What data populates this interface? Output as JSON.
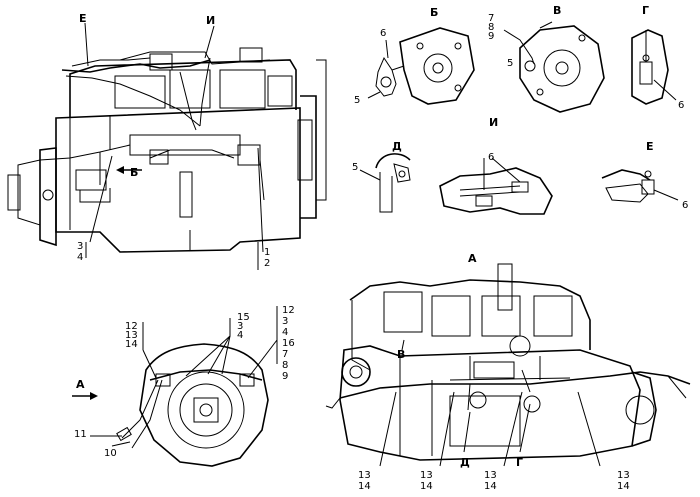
{
  "views": {
    "top_left": {
      "callouts": {
        "ve": "Е",
        "vi": "И",
        "vb": "Б",
        "n3": "3",
        "n4": "4",
        "n1": "1",
        "n2": "2"
      }
    },
    "detail_b": {
      "caption": "Б",
      "callouts": {
        "n6": "6",
        "n5": "5"
      }
    },
    "detail_v": {
      "caption": "В",
      "callouts": {
        "n7": "7",
        "n8": "8",
        "n9": "9",
        "n5": "5"
      }
    },
    "detail_g": {
      "caption": "Г",
      "callouts": {
        "n6": "6"
      }
    },
    "detail_d": {
      "caption": "Д",
      "callouts": {
        "n5": "5"
      }
    },
    "detail_i": {
      "caption": "И",
      "callouts": {
        "n6": "6"
      }
    },
    "detail_e": {
      "caption": "Е",
      "callouts": {
        "n6": "6"
      }
    },
    "front_view": {
      "arrow_label": "А",
      "callouts": {
        "a12": "12",
        "a13": "13",
        "a14": "14",
        "b15": "15",
        "b3": "3",
        "b4": "4",
        "c12": "12",
        "c3": "3",
        "c4": "4",
        "c16": "16",
        "c7": "7",
        "c8": "8",
        "c9": "9",
        "n11": "11",
        "n10": "10"
      }
    },
    "view_a": {
      "caption": "А",
      "callouts": {
        "p13": "13",
        "p14": "14",
        "q13": "13",
        "q14": "14",
        "d": "Д",
        "r13": "13",
        "r14": "14",
        "g": "Г",
        "s13": "13",
        "s14": "14",
        "vb": "В"
      }
    }
  }
}
